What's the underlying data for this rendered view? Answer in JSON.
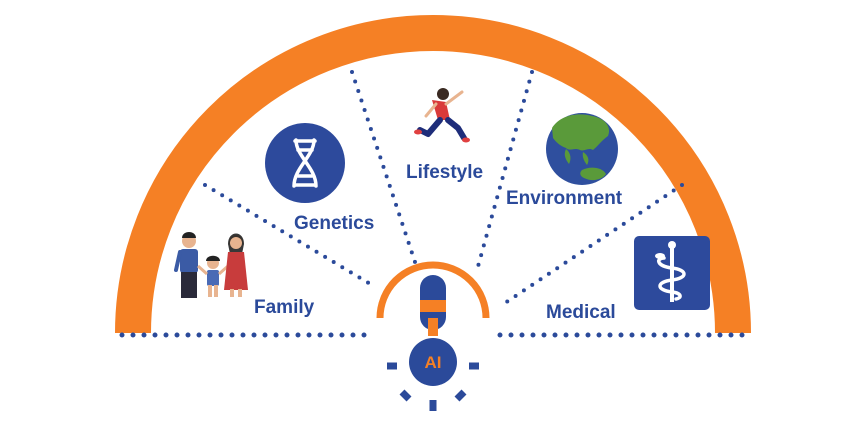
{
  "diagram": {
    "categories": [
      {
        "id": "family",
        "label": "Family",
        "icon": "family-icon"
      },
      {
        "id": "genetics",
        "label": "Genetics",
        "icon": "dna-icon"
      },
      {
        "id": "lifestyle",
        "label": "Lifestyle",
        "icon": "running-person-icon"
      },
      {
        "id": "environment",
        "label": "Environment",
        "icon": "globe-icon"
      },
      {
        "id": "medical",
        "label": "Medical",
        "icon": "caduceus-icon"
      }
    ],
    "center": {
      "label": "AI",
      "icon": "lightbulb-icon"
    }
  },
  "colors": {
    "arc": "#f58025",
    "primary": "#2b4a9a",
    "icon_circle": "#2d4a9c",
    "ocean": "#2f4f9e",
    "land": "#5a9a3a"
  }
}
